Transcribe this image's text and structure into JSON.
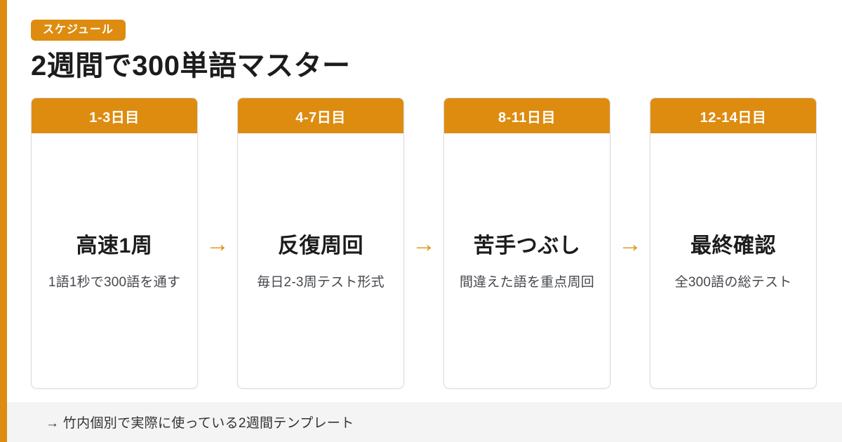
{
  "colors": {
    "accent": "#DD8C10",
    "arrow": "#E0920E",
    "footer_bg": "#f4f4f4",
    "card_border": "#dcdcdc",
    "title_text": "#1c1c1c",
    "subtitle_text": "#46484d"
  },
  "badge": {
    "label": "スケジュール"
  },
  "title": "2週間で300単語マスター",
  "cards": [
    {
      "header": "1-3日目",
      "title": "高速1周",
      "subtitle": "1語1秒で300語を通す"
    },
    {
      "header": "4-7日目",
      "title": "反復周回",
      "subtitle": "毎日2-3周テスト形式"
    },
    {
      "header": "8-11日目",
      "title": "苦手つぶし",
      "subtitle": "間違えた語を重点周回"
    },
    {
      "header": "12-14日目",
      "title": "最終確認",
      "subtitle": "全300語の総テスト"
    }
  ],
  "arrow": {
    "glyph": "→"
  },
  "footer": {
    "note": "→ 竹内個別で実際に使っている2週間テンプレート"
  }
}
